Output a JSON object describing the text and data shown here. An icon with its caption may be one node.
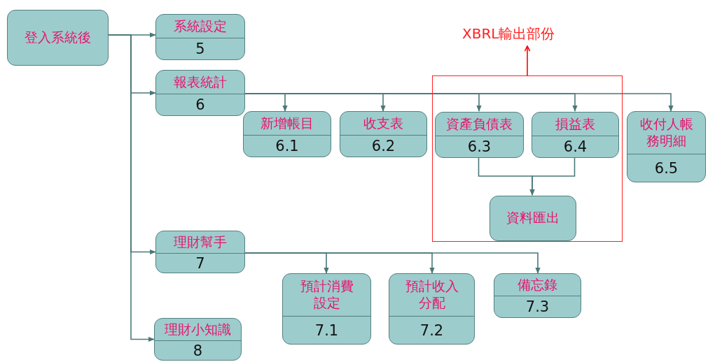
{
  "diagram": {
    "nodes": [
      {
        "text": [
          "登入系統後"
        ]
      },
      {
        "text": [
          "系統設定",
          "5"
        ]
      },
      {
        "text": [
          "報表統計",
          "6"
        ]
      },
      {
        "text": [
          "新增帳目",
          "6.1"
        ]
      },
      {
        "text": [
          "收支表",
          "6.2"
        ]
      },
      {
        "text": [
          "XBRL輸出部份"
        ]
      },
      {
        "text": [],
        "shape": "box"
      },
      {
        "text": [
          "資產負債表",
          "6.3"
        ],
        "in": 6
      },
      {
        "text": [
          "損益表",
          "6.4"
        ],
        "in": 6
      },
      {
        "text": [
          "資料匯出"
        ],
        "in": 6
      },
      {
        "text": [
          "收付人帳務明細",
          "6.5"
        ]
      },
      {
        "text": [
          "理財幫手",
          "7"
        ]
      },
      {
        "text": [
          "預計消費設定",
          "7.1"
        ]
      },
      {
        "text": [
          "預計收入分配",
          "7.2"
        ]
      },
      {
        "text": [
          "備忘錄",
          "7.3"
        ]
      },
      {
        "text": [
          "理財小知識",
          "8"
        ]
      }
    ],
    "edges": [
      {
        "from": 0,
        "to": 1,
        "arrow": "to"
      },
      {
        "from": 0,
        "to": 2,
        "arrow": "to"
      },
      {
        "from": 0,
        "to": 11,
        "arrow": "to"
      },
      {
        "from": 0,
        "to": 15,
        "arrow": "to"
      },
      {
        "from": 2,
        "to": 3,
        "arrow": "to"
      },
      {
        "from": 2,
        "to": 4,
        "arrow": "to"
      },
      {
        "from": 2,
        "to": 7,
        "arrow": "to"
      },
      {
        "from": 2,
        "to": 8,
        "arrow": "to"
      },
      {
        "from": 2,
        "to": 10,
        "arrow": "to"
      },
      {
        "from": 7,
        "to": 9,
        "arrow": "to"
      },
      {
        "from": 8,
        "to": 9,
        "arrow": "to"
      },
      {
        "from": 6,
        "to": 5,
        "arrow": "to",
        "color": "#ff0000"
      },
      {
        "from": 11,
        "to": 12,
        "arrow": "to"
      },
      {
        "from": 11,
        "to": 13,
        "arrow": "to"
      },
      {
        "from": 11,
        "to": 14,
        "arrow": "to"
      }
    ]
  }
}
